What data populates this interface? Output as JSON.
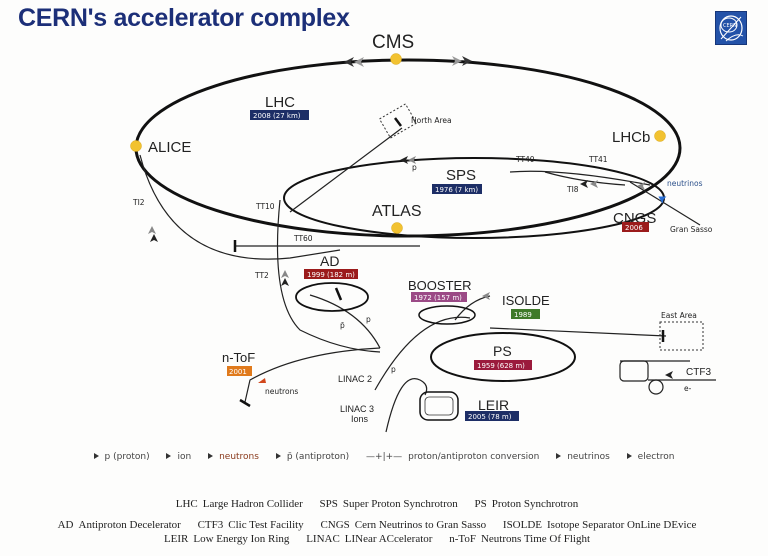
{
  "title": "CERN's accelerator complex",
  "logo": {
    "text": "CERN",
    "icon": "cern-logo-icon"
  },
  "colors": {
    "title": "#1c2f78",
    "badge_blue": "#1d2e66",
    "badge_red": "#9b1b1b",
    "badge_purple": "#9b4a86",
    "badge_green": "#3f7a2a",
    "badge_orange": "#e07a1c",
    "experiment_dot": "#f2c230",
    "neutrino": "#2a6fd6",
    "neutron": "#d2471c"
  },
  "accelerators": {
    "lhc": {
      "name": "LHC",
      "badge": "2008 (27 km)"
    },
    "sps": {
      "name": "SPS",
      "badge": "1976 (7 km)"
    },
    "ad": {
      "name": "AD",
      "badge": "1999 (182 m)"
    },
    "booster": {
      "name": "BOOSTER",
      "badge": "1972 (157 m)"
    },
    "isolde": {
      "name": "ISOLDE",
      "badge": "1989"
    },
    "ps": {
      "name": "PS",
      "badge": "1959 (628 m)"
    },
    "leir": {
      "name": "LEIR",
      "badge": "2005 (78 m)"
    },
    "cngs": {
      "name": "CNGS",
      "badge": "2006"
    },
    "ntof": {
      "name": "n-ToF",
      "badge": "2001"
    },
    "ctf3": {
      "name": "CTF3"
    },
    "linac2": {
      "name": "LINAC 2"
    },
    "linac3": {
      "name": "LINAC 3",
      "sub": "Ions"
    }
  },
  "experiments": [
    "CMS",
    "ALICE",
    "LHCb",
    "ATLAS"
  ],
  "transfer_lines": [
    "TI2",
    "TT10",
    "TT60",
    "TT40",
    "TT41",
    "TI8",
    "TT2"
  ],
  "areas": {
    "north": "North Area",
    "east": "East Area",
    "gran_sasso": "Gran Sasso"
  },
  "particle_labels": {
    "p": "p",
    "pbar": "p̄",
    "neutrinos": "neutrinos",
    "neutrons": "neutrons",
    "electron": "e-"
  },
  "legend": [
    {
      "label": "p (proton)",
      "color": "#888888",
      "icon": "arrow-proton-icon"
    },
    {
      "label": "ion",
      "color": "#222222",
      "icon": "arrow-ion-icon"
    },
    {
      "label": "neutrons",
      "color": "#8a3a1c",
      "icon": "arrow-neutron-icon"
    },
    {
      "label": "p̄ (antiproton)",
      "color": "#444444",
      "icon": "arrow-antiproton-icon"
    },
    {
      "label": "proton/antiproton conversion",
      "color": "#444444",
      "icon": "conversion-icon"
    },
    {
      "label": "neutrinos",
      "color": "#555555",
      "icon": "arrow-neutrino-icon"
    },
    {
      "label": "electron",
      "color": "#333333",
      "icon": "arrow-electron-icon"
    }
  ],
  "glossary": [
    [
      {
        "abbr": "LHC",
        "full": "Large Hadron Collider"
      },
      {
        "abbr": "SPS",
        "full": "Super Proton Synchrotron"
      },
      {
        "abbr": "PS",
        "full": "Proton Synchrotron"
      }
    ],
    [
      {
        "abbr": "AD",
        "full": "Antiproton Decelerator"
      },
      {
        "abbr": "CTF3",
        "full": "Clic Test Facility"
      },
      {
        "abbr": "CNGS",
        "full": "Cern Neutrinos to Gran Sasso"
      },
      {
        "abbr": "ISOLDE",
        "full": "Isotope Separator OnLine DEvice"
      }
    ],
    [
      {
        "abbr": "LEIR",
        "full": "Low Energy Ion Ring"
      },
      {
        "abbr": "LINAC",
        "full": "LINear ACcelerator"
      },
      {
        "abbr": "n-ToF",
        "full": "Neutrons Time Of Flight"
      }
    ]
  ]
}
